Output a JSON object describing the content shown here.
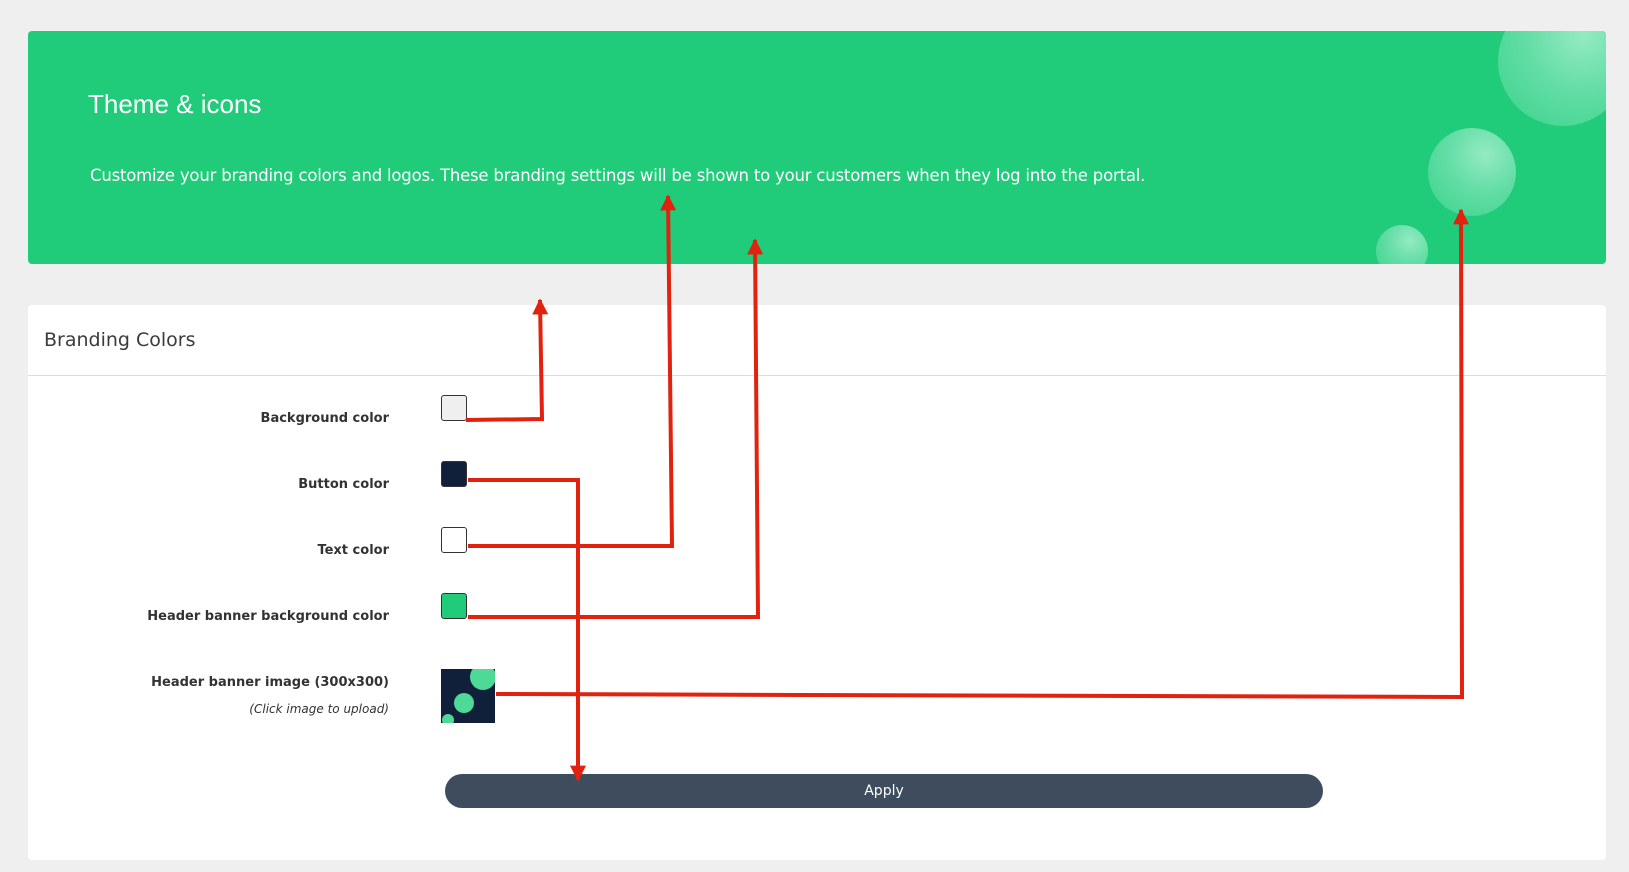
{
  "header": {
    "title": "Theme & icons",
    "description": "Customize your branding colors and logos. These branding settings will be shown to your customers when they log into the portal."
  },
  "branding": {
    "title": "Branding Colors",
    "fields": [
      {
        "label": "Background color",
        "value": "#efefef"
      },
      {
        "label": "Button color",
        "value": "#10203a"
      },
      {
        "label": "Text color",
        "value": "#ffffff"
      },
      {
        "label": "Header banner background color",
        "value": "#20cc7a"
      }
    ],
    "image_field": {
      "label": "Header banner image (300x300)",
      "hint": "(Click image to upload)"
    },
    "apply_label": "Apply"
  },
  "colors": {
    "accent": "#20cc7a",
    "annotation": "#e0220f",
    "button": "#3e4c5d"
  }
}
